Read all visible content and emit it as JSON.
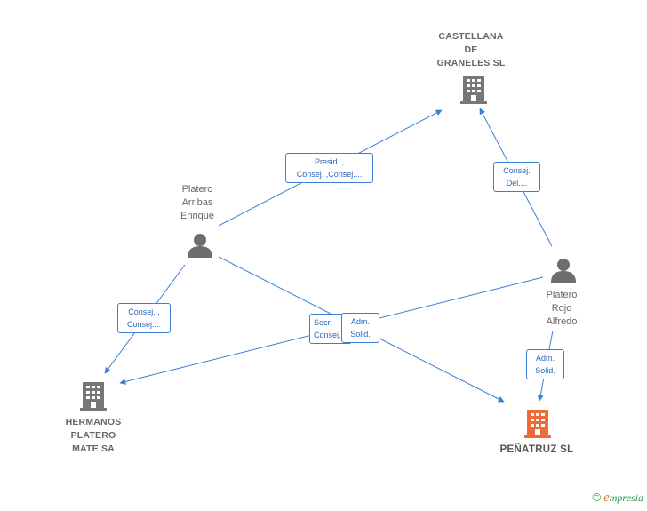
{
  "colors": {
    "edge": "#3a7fd5",
    "company": "#777777",
    "focal_company": "#f06a35",
    "person": "#6e6e6e",
    "brand_green": "#2a9a4a",
    "brand_orange": "#e8792e"
  },
  "nodes": {
    "castellana": {
      "label": "CASTELLANA\nDE\nGRANELES SL",
      "icon": "building-icon"
    },
    "platero_arribas": {
      "label": "Platero\nArribas\nEnrique",
      "icon": "person-icon"
    },
    "platero_rojo": {
      "label": "Platero\nRojo\nAlfredo",
      "icon": "person-icon"
    },
    "hermanos": {
      "label": "HERMANOS\nPLATERO\nMATE SA",
      "icon": "building-icon"
    },
    "penatruz": {
      "label": "PEÑATRUZ SL",
      "icon": "building-icon"
    }
  },
  "edges": {
    "arribas_castellana": {
      "label": "Presid. ,\nConsej. ,Consej...."
    },
    "rojo_castellana": {
      "label": "Consej.\nDel...."
    },
    "arribas_hermanos": {
      "label": "Consej. ,\nConsej...."
    },
    "rojo_hermanos": {
      "label": "Secr.\nConsej."
    },
    "arribas_penatruz": {
      "label": "Adm.\nSolid."
    },
    "rojo_penatruz": {
      "label": "Adm.\nSolid."
    }
  },
  "footer": {
    "copyright_symbol": "©",
    "brand_initial": "e",
    "brand_rest": "mpresia"
  }
}
